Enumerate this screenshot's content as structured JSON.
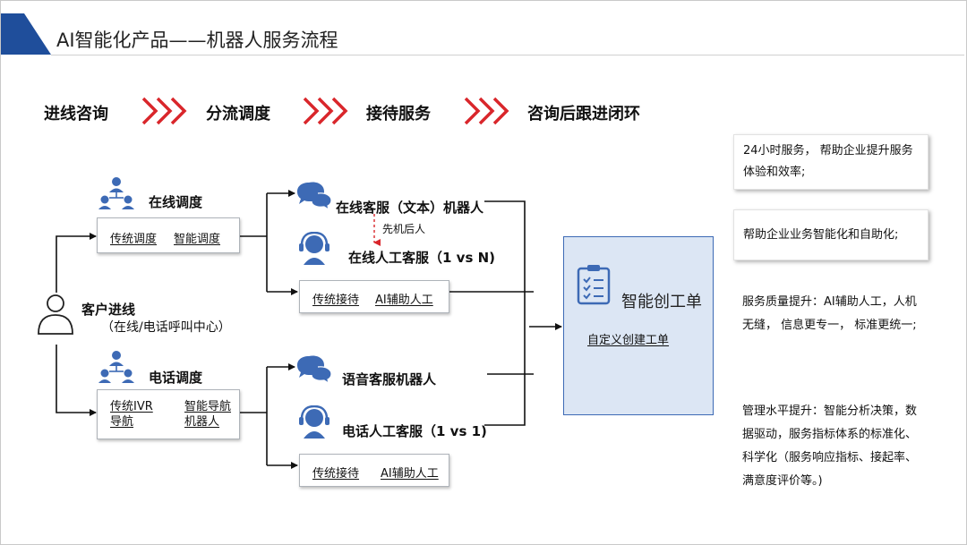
{
  "header": {
    "title": "AI智能化产品——机器人服务流程"
  },
  "steps": [
    "进线咨询",
    "分流调度",
    "接待服务",
    "咨询后跟进闭环"
  ],
  "customer": {
    "title": "客户进线",
    "subtitle": "（在线/电话呼叫中心）"
  },
  "online_dispatch": {
    "title": "在线调度",
    "items": [
      "传统调度",
      "智能调度"
    ]
  },
  "phone_dispatch": {
    "title": "电话调度",
    "items": [
      "传统IVR\n导航",
      "智能导航\n机器人"
    ]
  },
  "online_bot": {
    "title": "在线客服（文本）机器人"
  },
  "bot_first": "先机后人",
  "online_human": {
    "title": "在线人工客服（1 vs N)",
    "items": [
      "传统接待",
      "AI辅助人工"
    ]
  },
  "voice_bot": {
    "title": "语音客服机器人"
  },
  "phone_human": {
    "title": "电话人工客服（1 vs 1)",
    "items": [
      "传统接待",
      "AI辅助人工"
    ]
  },
  "ticket": {
    "title": "智能创工单",
    "link": "自定义创建工单"
  },
  "benefits": [
    "24小时服务， 帮助企业提升服务体验和效率;",
    "帮助企业业务智能化和自助化;",
    "服务质量提升：AI辅助人工，人机无缝， 信息更专一， 标准更统一;",
    "管理水平提升：智能分析决策，数据驱动，服务指标体系的标准化、科学化（服务响应指标、接起率、满意度评价等。)"
  ],
  "colors": {
    "accent": "#1f4e9b",
    "icon": "#3d6ab5",
    "ticket_bg": "#dce6f4",
    "chevron": "#d9262b",
    "dashed_arrow": "#d9262b"
  }
}
